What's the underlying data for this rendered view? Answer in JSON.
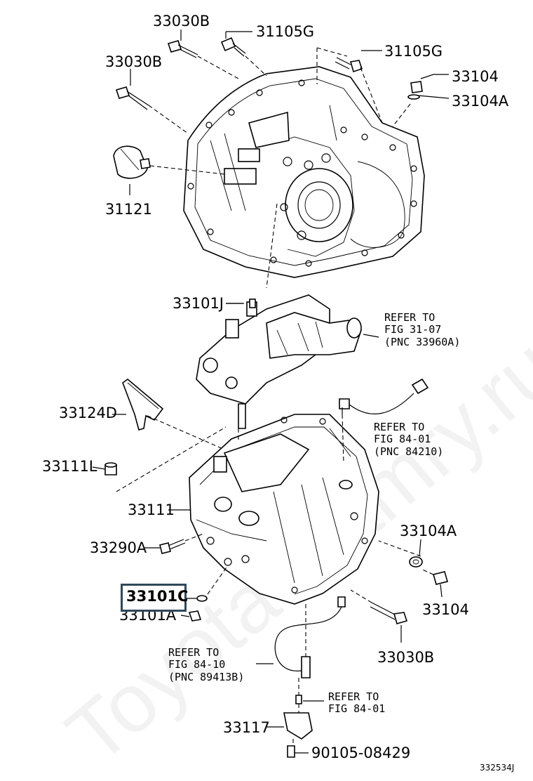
{
  "watermark": "Toyota-Camry.ru",
  "diagram_id": "332534J",
  "highlighted_part": "33101C",
  "labels": {
    "p33030B_a": "33030B",
    "p31105G_a": "31105G",
    "p33030B_b": "33030B",
    "p31105G_b": "31105G",
    "p33104_a": "33104",
    "p33104A_a": "33104A",
    "p31121": "31121",
    "p33101J": "33101J",
    "p33124D": "33124D",
    "p33111L": "33111L",
    "p33111": "33111",
    "p33290A": "33290A",
    "p33104A_b": "33104A",
    "p33101C": "33101C",
    "p33101A": "33101A",
    "p33104_b": "33104",
    "p33030B_c": "33030B",
    "p33117": "33117",
    "p90105": "90105-08429"
  },
  "refs": {
    "ref_3107": [
      "REFER TO",
      "FIG 31-07",
      "(PNC 33960A)"
    ],
    "ref_8401_a": [
      "REFER TO",
      "FIG 84-01",
      "(PNC 84210)"
    ],
    "ref_8410": [
      "REFER TO",
      "FIG 84-10",
      "(PNC 89413B)"
    ],
    "ref_8401_b": [
      "REFER TO",
      "FIG 84-01"
    ]
  }
}
